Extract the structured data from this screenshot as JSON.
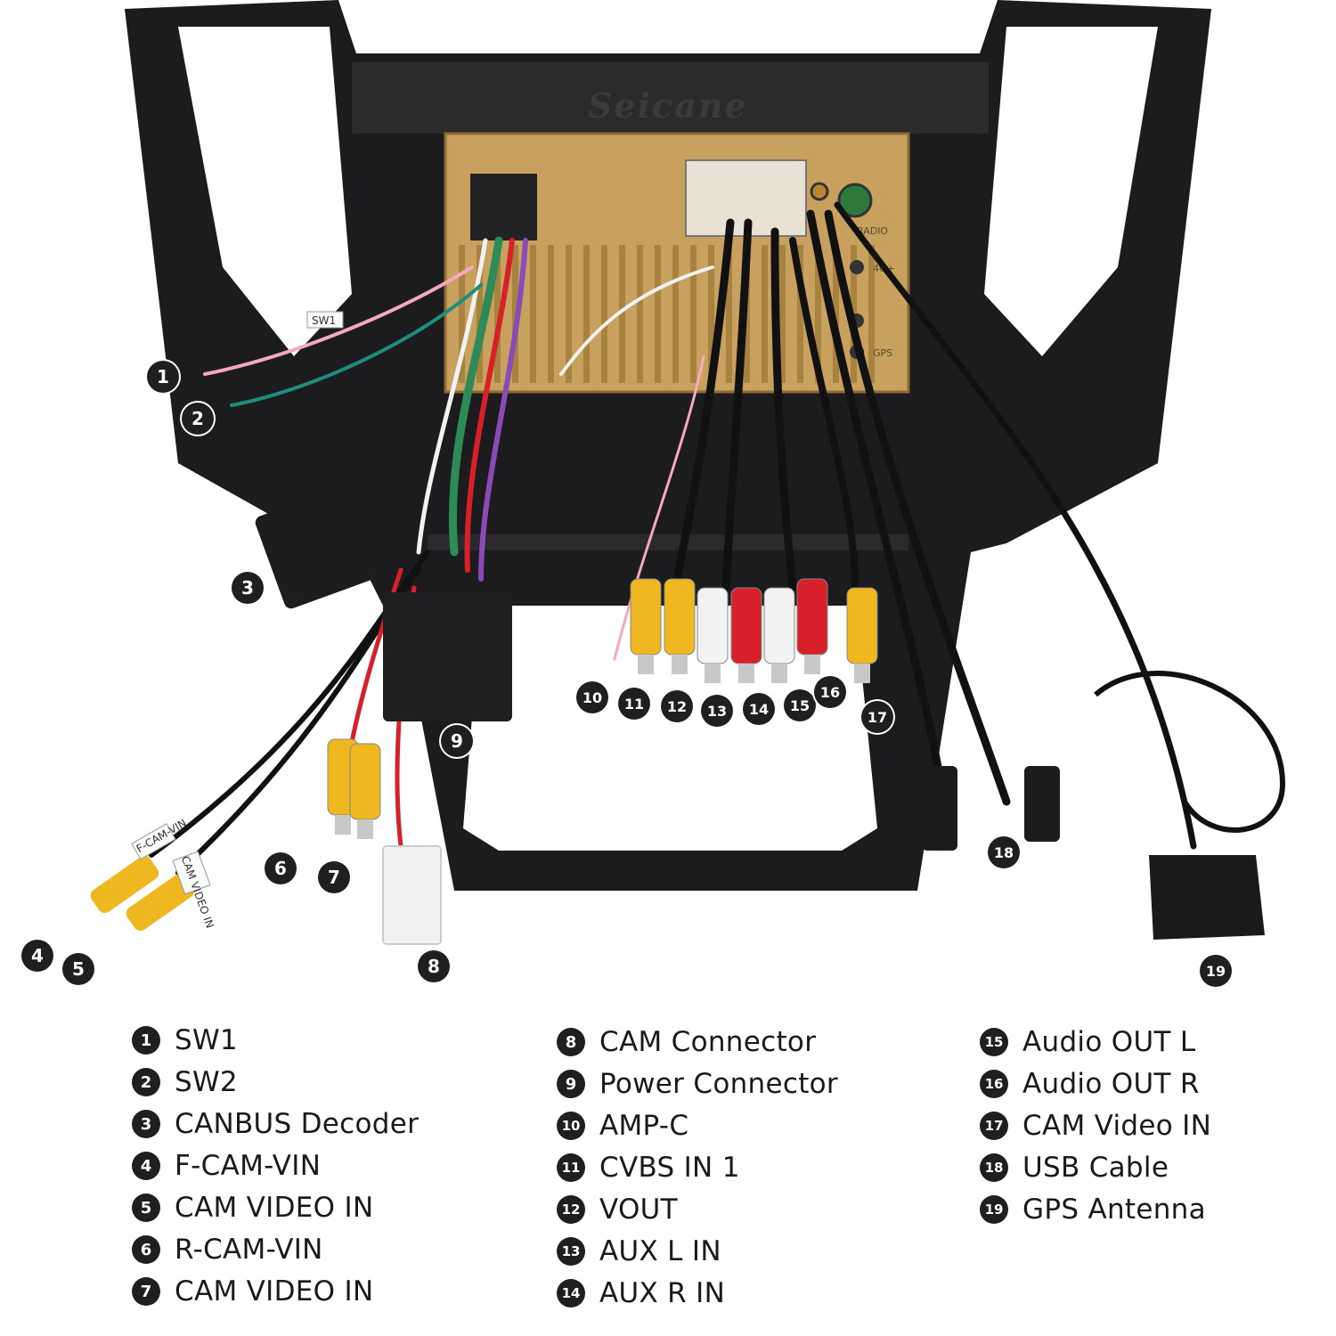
{
  "brand": "Seicane",
  "board_labels": {
    "radio": "RADIO",
    "fourg": "4G+",
    "gps": "GPS"
  },
  "tag_labels": {
    "sw1": "SW1",
    "fcam": "F-CAM-VIN",
    "camvideo": "CAM VIDEO IN"
  },
  "colors": {
    "frame": "#1c1c1e",
    "board": "#c9a15e",
    "yellow_plug": "#f0b820",
    "red_plug": "#d8202a",
    "white_plug": "#f2f2f2",
    "callout": "#1f1f1f"
  },
  "callouts": [
    {
      "num": "1"
    },
    {
      "num": "2"
    },
    {
      "num": "3"
    },
    {
      "num": "4"
    },
    {
      "num": "5"
    },
    {
      "num": "6"
    },
    {
      "num": "7"
    },
    {
      "num": "8"
    },
    {
      "num": "9"
    },
    {
      "num": "10"
    },
    {
      "num": "11"
    },
    {
      "num": "12"
    },
    {
      "num": "13"
    },
    {
      "num": "14"
    },
    {
      "num": "15"
    },
    {
      "num": "16"
    },
    {
      "num": "17"
    },
    {
      "num": "18"
    },
    {
      "num": "19"
    }
  ],
  "legend": [
    {
      "num": "1",
      "label": "SW1"
    },
    {
      "num": "2",
      "label": "SW2"
    },
    {
      "num": "3",
      "label": "CANBUS Decoder"
    },
    {
      "num": "4",
      "label": "F-CAM-VIN"
    },
    {
      "num": "5",
      "label": "CAM VIDEO IN"
    },
    {
      "num": "6",
      "label": "R-CAM-VIN"
    },
    {
      "num": "7",
      "label": "CAM VIDEO IN"
    },
    {
      "num": "8",
      "label": "CAM Connector"
    },
    {
      "num": "9",
      "label": "Power Connector"
    },
    {
      "num": "10",
      "label": "AMP-C"
    },
    {
      "num": "11",
      "label": "CVBS IN 1"
    },
    {
      "num": "12",
      "label": "VOUT"
    },
    {
      "num": "13",
      "label": "AUX L IN"
    },
    {
      "num": "14",
      "label": "AUX R IN"
    },
    {
      "num": "15",
      "label": "Audio OUT L"
    },
    {
      "num": "16",
      "label": "Audio OUT R"
    },
    {
      "num": "17",
      "label": "CAM Video IN"
    },
    {
      "num": "18",
      "label": "USB Cable"
    },
    {
      "num": "19",
      "label": "GPS Antenna"
    }
  ]
}
